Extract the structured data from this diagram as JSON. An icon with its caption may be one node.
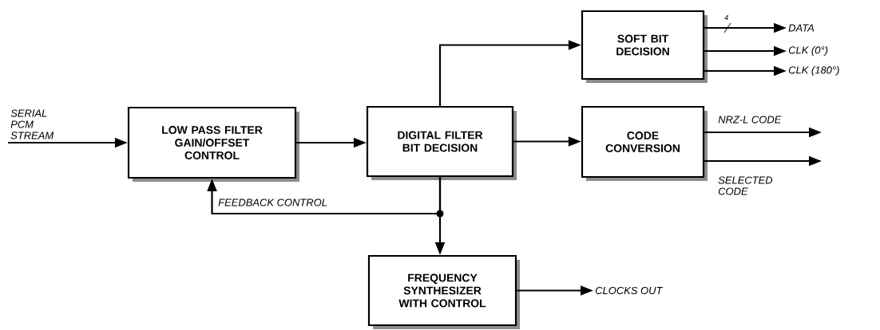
{
  "diagram": {
    "nodes": [
      {
        "text": [
          "LOW PASS FILTER GAIN/OFFSET CONTROL"
        ]
      },
      {
        "text": [
          "DIGITAL FILTER BIT DECISION"
        ]
      },
      {
        "text": [
          "SOFT BIT DECISION"
        ]
      },
      {
        "text": [
          "CODE CONVERSION"
        ]
      },
      {
        "text": [
          "FREQUENCY SYNTHESIZER WITH CONTROL"
        ]
      },
      {
        "text": [
          "DATA"
        ]
      },
      {
        "text": [
          "CLK (0°)"
        ]
      },
      {
        "text": [
          "CLK (180°)"
        ]
      },
      {
        "text": [
          "CLOCKS OUT"
        ]
      }
    ],
    "edges": [
      {
        "from": null,
        "to": 0,
        "arrow": "to",
        "label": "SERIAL PCM STREAM"
      },
      {
        "from": 0,
        "to": 1,
        "arrow": "to"
      },
      {
        "from": 1,
        "to": 2,
        "arrow": "to"
      },
      {
        "from": 1,
        "to": 3,
        "arrow": "to"
      },
      {
        "from": 2,
        "to": 5,
        "arrow": "to",
        "label": "4"
      },
      {
        "from": 2,
        "to": 6,
        "arrow": "to"
      },
      {
        "from": 2,
        "to": 7,
        "arrow": "to"
      },
      {
        "from": 3,
        "to": null,
        "arrow": "to",
        "label": "NRZ-L CODE"
      },
      {
        "from": 3,
        "to": null,
        "arrow": "to",
        "label": "SELECTED CODE"
      },
      {
        "from": 1,
        "to": 0,
        "arrow": "to",
        "label": "FEEDBACK CONTROL"
      },
      {
        "from": 1,
        "to": 4,
        "arrow": "to"
      },
      {
        "from": 4,
        "to": 8,
        "arrow": "to"
      }
    ]
  }
}
